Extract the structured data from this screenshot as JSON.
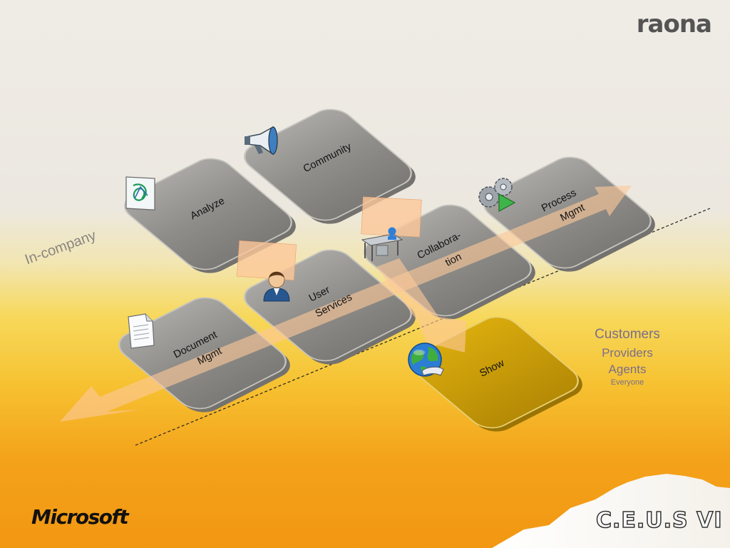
{
  "brand": {
    "raona": "raona",
    "microsoft": "Microsoft",
    "event": "C.E.U.S VI"
  },
  "zone_label": "In-company",
  "external": {
    "line1": "Customers",
    "line2": "Providers",
    "line3": "Agents",
    "line4": "Everyone"
  },
  "tiles": {
    "analyze": "Analyze",
    "community": "Community",
    "process_1": "Process",
    "process_2": "Mgmt",
    "collab_1": "Collabora-",
    "collab_2": "tion",
    "user_1": "User",
    "user_2": "Services",
    "document_1": "Document",
    "document_2": "Mgmt",
    "show": "Show"
  },
  "icons": {
    "analyze": "analytics-icon",
    "community": "megaphone-icon",
    "process": "gears-icon",
    "collaboration": "desk-icon",
    "user": "user-icon",
    "document": "document-icon",
    "show": "globe-icon"
  },
  "colors": {
    "tile_gray": "#8c8a86",
    "tile_gold": "#c49a08",
    "arrow": "#fcc89a",
    "accent_text": "#7a6e8c"
  }
}
